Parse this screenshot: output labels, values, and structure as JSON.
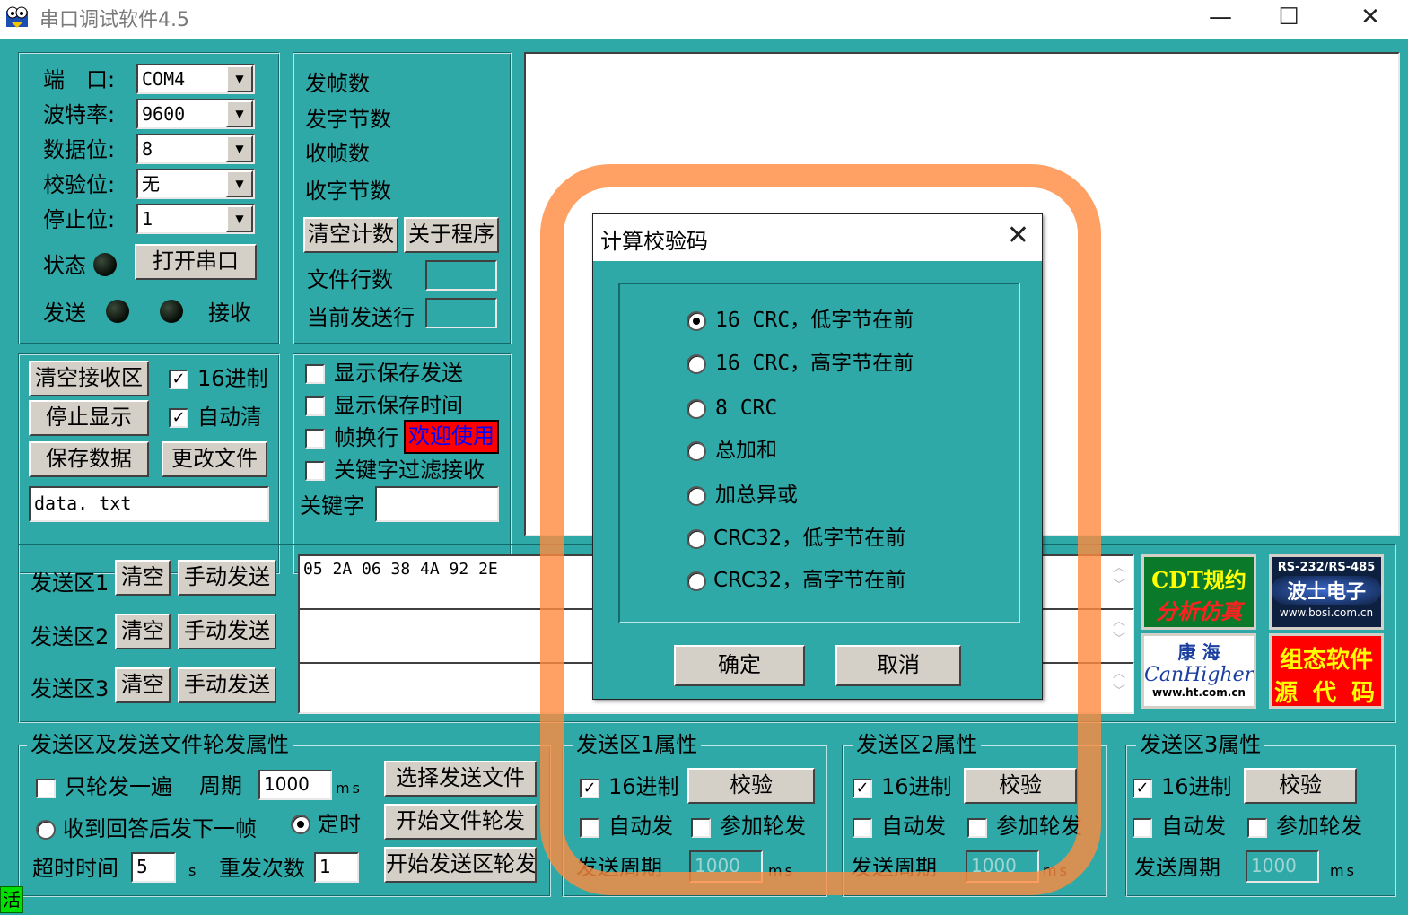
{
  "window": {
    "title": "串口调试软件4.5",
    "minimize": "—",
    "maximize": "☐",
    "close": "✕"
  },
  "port": {
    "port_label": "端　口:",
    "port_value": "COM4",
    "baud_label": "波特率:",
    "baud_value": "9600",
    "data_label": "数据位:",
    "data_value": "8",
    "parity_label": "校验位:",
    "parity_value": "无",
    "stop_label": "停止位:",
    "stop_value": "1",
    "status_label": "状态",
    "open_button": "打开串口",
    "send_label": "发送",
    "recv_label": "接收"
  },
  "counters": {
    "tx_frames": "发帧数",
    "tx_bytes": "发字节数",
    "rx_frames": "收帧数",
    "rx_bytes": "收字节数",
    "clear_button": "清空计数",
    "about_button": "关于程序",
    "file_lines_label": "文件行数",
    "current_line_label": "当前发送行"
  },
  "recv": {
    "clear_button": "清空接收区",
    "hex_label": "16进制",
    "hex_checked": true,
    "stop_button": "停止显示",
    "auto_clear_label": "自动清",
    "auto_clear_checked": true,
    "save_button": "保存数据",
    "change_file_button": "更改文件",
    "file_name": "data. txt"
  },
  "display": {
    "show_save_send": "显示保存发送",
    "show_save_time": "显示保存时间",
    "frame_newline": "帧换行",
    "welcome": "欢迎使用",
    "keyword_filter": "关键字过滤接收",
    "keyword_label": "关键字"
  },
  "send_areas": [
    {
      "label": "发送区1",
      "clear": "清空",
      "send": "手动发送",
      "content": "05 2A 06 38 4A 92 2E"
    },
    {
      "label": "发送区2",
      "clear": "清空",
      "send": "手动发送",
      "content": ""
    },
    {
      "label": "发送区3",
      "clear": "清空",
      "send": "手动发送",
      "content": ""
    }
  ],
  "logos": {
    "cdt_line1": "CDT规约",
    "cdt_line2": "分析仿真",
    "bosi_line1": "RS-232/RS-485",
    "bosi_line2": "波士电子",
    "bosi_line3": "www.bosi.com.cn",
    "kanghai_line1": "康 海",
    "kanghai_line2": "CanHigher",
    "kanghai_line3": "www.ht.com.cn",
    "zutai_line1": "组态软件",
    "zutai_line2": "源 代 码"
  },
  "poll": {
    "title": "发送区及发送文件轮发属性",
    "once_label": "只轮发一遍",
    "period_label": "周期",
    "period_value": "1000",
    "ms": "ms",
    "select_file_button": "选择发送文件",
    "reply_label": "收到回答后发下一帧",
    "timer_label": "定时",
    "start_file_button": "开始文件轮发",
    "timeout_label": "超时时间",
    "timeout_value": "5",
    "s": "s",
    "retry_label": "重发次数",
    "retry_value": "1",
    "start_area_button": "开始发送区轮发"
  },
  "area_props": [
    {
      "title": "发送区1属性",
      "hex": "16进制",
      "check": "校验",
      "auto": "自动发",
      "join": "参加轮发",
      "period_label": "发送周期",
      "period_value": "1000",
      "ms": "ms"
    },
    {
      "title": "发送区2属性",
      "hex": "16进制",
      "check": "校验",
      "auto": "自动发",
      "join": "参加轮发",
      "period_label": "发送周期",
      "period_value": "1000",
      "ms": "ms"
    },
    {
      "title": "发送区3属性",
      "hex": "16进制",
      "check": "校验",
      "auto": "自动发",
      "join": "参加轮发",
      "period_label": "发送周期",
      "period_value": "1000",
      "ms": "ms"
    }
  ],
  "corner": {
    "label": "活"
  },
  "dialog": {
    "title": "计算校验码",
    "close": "✕",
    "options": [
      "16 CRC，低字节在前",
      "16 CRC，高字节在前",
      "8 CRC",
      "总加和",
      "加总异或",
      "CRC32，低字节在前",
      "CRC32，高字节在前"
    ],
    "selected_index": 0,
    "ok": "确定",
    "cancel": "取消"
  },
  "colors": {
    "panel": "#2fa9a7",
    "highlight": "#ff893e",
    "welcome_bg": "#ff0000",
    "welcome_fg": "#0000ff"
  }
}
